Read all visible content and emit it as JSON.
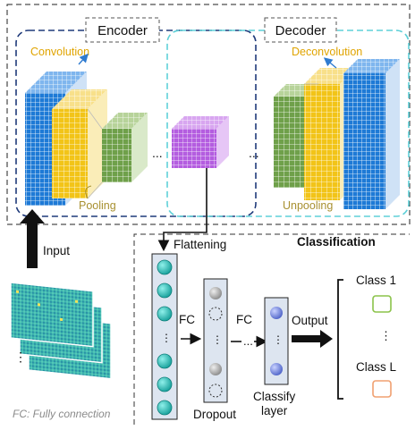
{
  "encoder": {
    "title": "Encoder",
    "convolution": "Convolution",
    "pooling": "Pooling"
  },
  "decoder": {
    "title": "Decoder",
    "deconvolution": "Deconvolution",
    "unpooling": "Unpooling"
  },
  "ellipsis": "...",
  "input_label": "Input",
  "flattening_label": "Flattening",
  "classification": {
    "title": "Classification",
    "fc1": "FC",
    "fc2": "FC",
    "dropout": "Dropout",
    "classify_line1": "Classify",
    "classify_line2": "layer",
    "output": "Output",
    "class_1": "Class 1",
    "class_l": "Class L",
    "vdots": "⋮"
  },
  "footnote": "FC: Fully connection",
  "colors": {
    "encoder_border": "#1f3a7a",
    "decoder_border": "#5fd0d8",
    "blue_map": "#1e7ad6",
    "yellow_map": "#f2c418",
    "green_map": "#6fa04a",
    "purple_cube": "#b45de0",
    "teal_node": "#2cb5b0",
    "gray_node": "#9a9a9a",
    "class1_box": "#8bc34a",
    "classL_box": "#f0a070"
  }
}
